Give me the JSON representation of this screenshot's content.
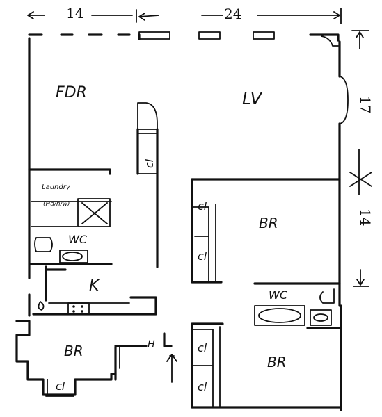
{
  "dimensions": {
    "top_left": "14",
    "top_right": "24",
    "right_upper": "17",
    "right_lower": "14"
  },
  "rooms": {
    "fdr": "FDR",
    "lv": "LV",
    "br_middle": "BR",
    "br_lower_right": "BR",
    "br_lower_left": "BR",
    "kitchen": "K",
    "laundry": "Laundry",
    "laundry_sub": "(Ha/n/w)",
    "wc_left": "WC",
    "wc_right": "WC",
    "hall": "H"
  },
  "closets": {
    "cl_hall": "cl",
    "cl_br1_top": "cl",
    "cl_br1_bottom": "cl",
    "cl_br2_top": "cl",
    "cl_br2_bottom": "cl",
    "cl_br3": "cl"
  }
}
